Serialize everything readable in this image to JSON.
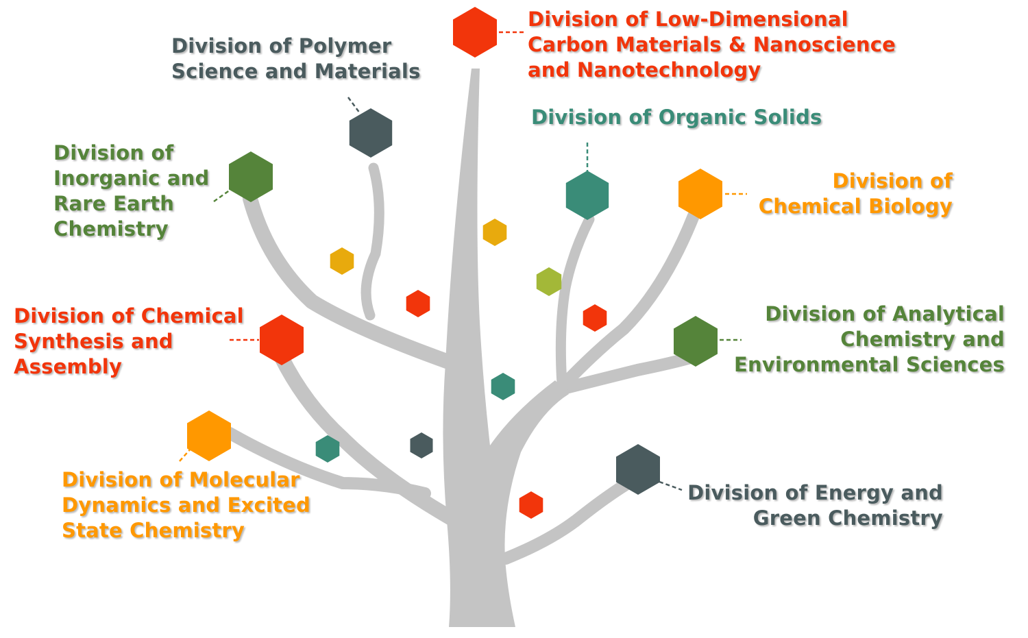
{
  "colors": {
    "trunk": "#c4c4c4",
    "red": "#f2350b",
    "orange": "#ff9800",
    "yellow": "#e8aa0d",
    "green": "#55843a",
    "teal": "#3a8c78",
    "slate": "#4a5b5e",
    "lime": "#a3b838"
  },
  "divisions": [
    {
      "id": "low-dim",
      "color": "#f2350b",
      "lines": [
        "Division of Low-Dimensional",
        "Carbon Materials & Nanoscience",
        "and Nanotechnology"
      ]
    },
    {
      "id": "polymer",
      "color": "#4a5b5e",
      "lines": [
        "Division of Polymer",
        "Science and Materials"
      ]
    },
    {
      "id": "organic",
      "color": "#3a8c78",
      "lines": [
        "Division of Organic Solids"
      ]
    },
    {
      "id": "inorganic",
      "color": "#55843a",
      "lines": [
        "Division of",
        "Inorganic and",
        "Rare Earth",
        "Chemistry"
      ]
    },
    {
      "id": "bio",
      "color": "#ff9800",
      "lines": [
        "Division of",
        "Chemical Biology"
      ]
    },
    {
      "id": "synthesis",
      "color": "#f2350b",
      "lines": [
        "Division of Chemical",
        "Synthesis and",
        "Assembly"
      ]
    },
    {
      "id": "analytical",
      "color": "#55843a",
      "lines": [
        "Division of Analytical",
        "Chemistry and",
        "Environmental Sciences"
      ]
    },
    {
      "id": "molecular",
      "color": "#ff9800",
      "lines": [
        "Division of Molecular",
        "Dynamics and Excited",
        "State Chemistry"
      ]
    },
    {
      "id": "energy",
      "color": "#4a5b5e",
      "lines": [
        "Division of Energy and",
        "Green Chemistry"
      ]
    }
  ]
}
